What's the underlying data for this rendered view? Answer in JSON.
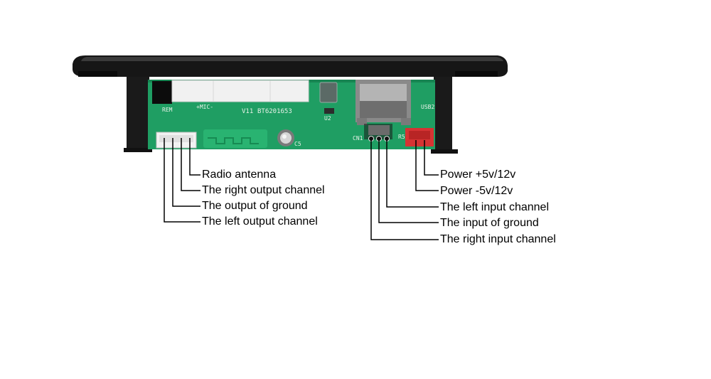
{
  "board": {
    "model_text": "BT6201653",
    "version_text": "V11",
    "silk": {
      "mic": "+MIC-",
      "rem": "REM",
      "u2": "U2",
      "cn1": "CN1",
      "c5": "C5",
      "r5": "R5",
      "usb2": "USB2"
    }
  },
  "colors": {
    "pcb_green": "#1f9e63",
    "panel_black": "#161616",
    "connector_white": "#f2f2f2",
    "power_connector_red": "#d63333",
    "leader_line": "#000000"
  },
  "labels": {
    "left": [
      "Radio antenna",
      "The right output channel",
      "The output of ground",
      "The left output channel"
    ],
    "right": [
      "Power +5v/12v",
      "Power -5v/12v",
      "The left input channel",
      "The input of ground",
      "The right input channel"
    ]
  }
}
